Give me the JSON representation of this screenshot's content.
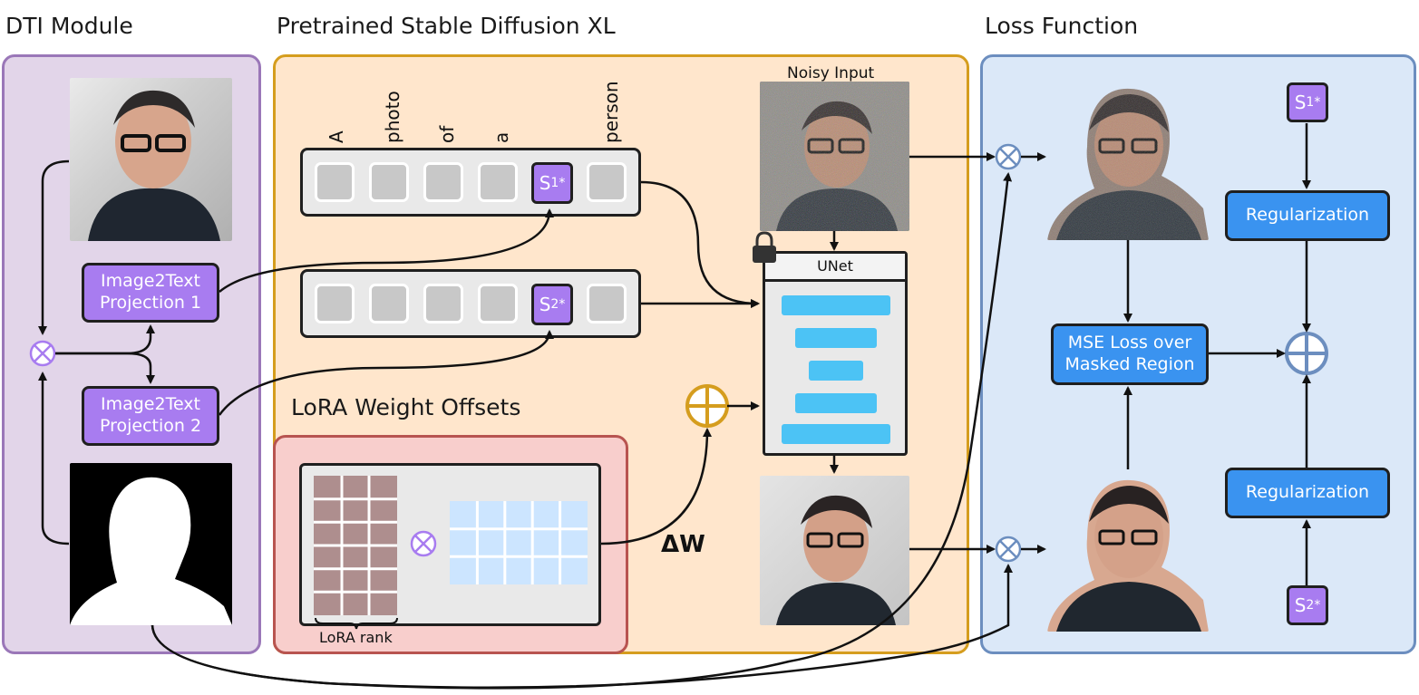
{
  "sections": {
    "dti": "DTI Module",
    "sdxl": "Pretrained Stable Diffusion XL",
    "loss": "Loss Function",
    "lora": "LoRA Weight Offsets"
  },
  "prompt_words": [
    "A",
    "photo",
    "of",
    "a",
    "person"
  ],
  "tokens": {
    "s1": "S",
    "s1_sub": "1",
    "s2": "S",
    "s2_sub": "2",
    "star": "*"
  },
  "projection1": "Image2Text\nProjection 1",
  "projection2": "Image2Text\nProjection 2",
  "noisy_input": "Noisy Input",
  "unet": "UNet",
  "delta_w": "ΔW",
  "lora_rank": "LoRA rank",
  "regularization_top": "Regularization",
  "regularization_bottom": "Regularization",
  "mse_loss": "MSE Loss over\nMasked Region",
  "colors": {
    "dti_panel": "#e2d5e9",
    "dti_border": "#9a77b8",
    "sdxl_panel": "#ffe6cc",
    "sdxl_border": "#d59d1e",
    "loss_panel": "#dbe8f8",
    "loss_border": "#6c8ebf",
    "lora_panel": "#f8cecc",
    "lora_border": "#b85450",
    "token_purple": "#a87cf0",
    "button_blue": "#3a93f0",
    "unet_bar": "#4cc3f5",
    "lora_matrix_a": "#ae8e8e",
    "lora_matrix_b": "#cce5ff"
  },
  "icons": [
    "lock-icon",
    "multiply-icon",
    "add-icon"
  ]
}
